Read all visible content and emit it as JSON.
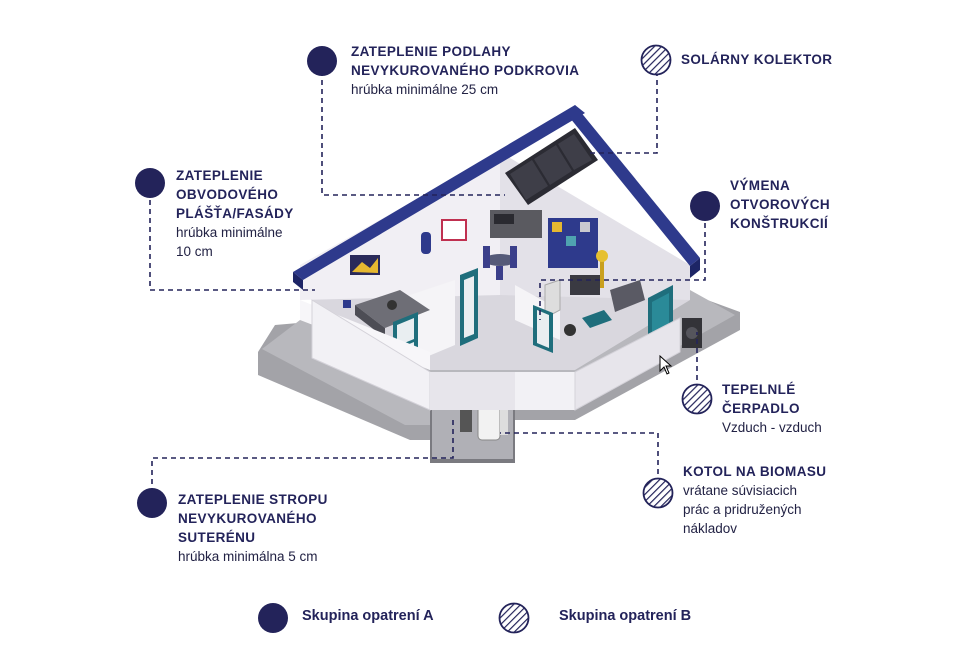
{
  "labels": {
    "podlaha": {
      "title": "ZATEPLENIE PODLAHY\nNEVYKUROVANÉHO PODKROVIA",
      "sub": "hrúbka minimálne 25 cm"
    },
    "solar": {
      "title": "SOLÁRNY KOLEKTOR"
    },
    "fasada": {
      "title": "ZATEPLENIE\nOBVODOVÉHO\nPLÁŠŤA/FASÁDY",
      "sub": "hrúbka minimálne\n10 cm"
    },
    "vymena": {
      "title": "VÝMENA\nOTVOROVÝCH\nKONŠTRUKCIÍ"
    },
    "cerpadlo": {
      "title": "TEPELNLÉ\nČERPADLO",
      "sub": "Vzduch - vzduch"
    },
    "kotol": {
      "title": "KOTOL NA BIOMASU",
      "sub": "vrátane súvisiacich\nprác a pridružených\nnákladov"
    },
    "strop": {
      "title": "ZATEPLENIE STROPU\nNEVYKUROVANÉHO\nSUTERÉNU",
      "sub": "hrúbka minimálna 5 cm"
    }
  },
  "legend": {
    "a": "Skupina opatrení A",
    "b": "Skupina opatrení B"
  },
  "colors": {
    "navy": "#23235a",
    "teal": "#1f6e7c",
    "wall": "#ebe9ef",
    "floor": "#d9d7de",
    "ground": "#a3a3a8",
    "roof": "#2e3a8c"
  }
}
